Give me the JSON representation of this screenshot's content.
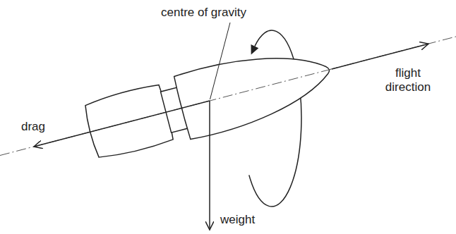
{
  "diagram": {
    "labels": [
      "centre of gravity",
      "drag",
      "flight direction",
      "weight"
    ]
  }
}
